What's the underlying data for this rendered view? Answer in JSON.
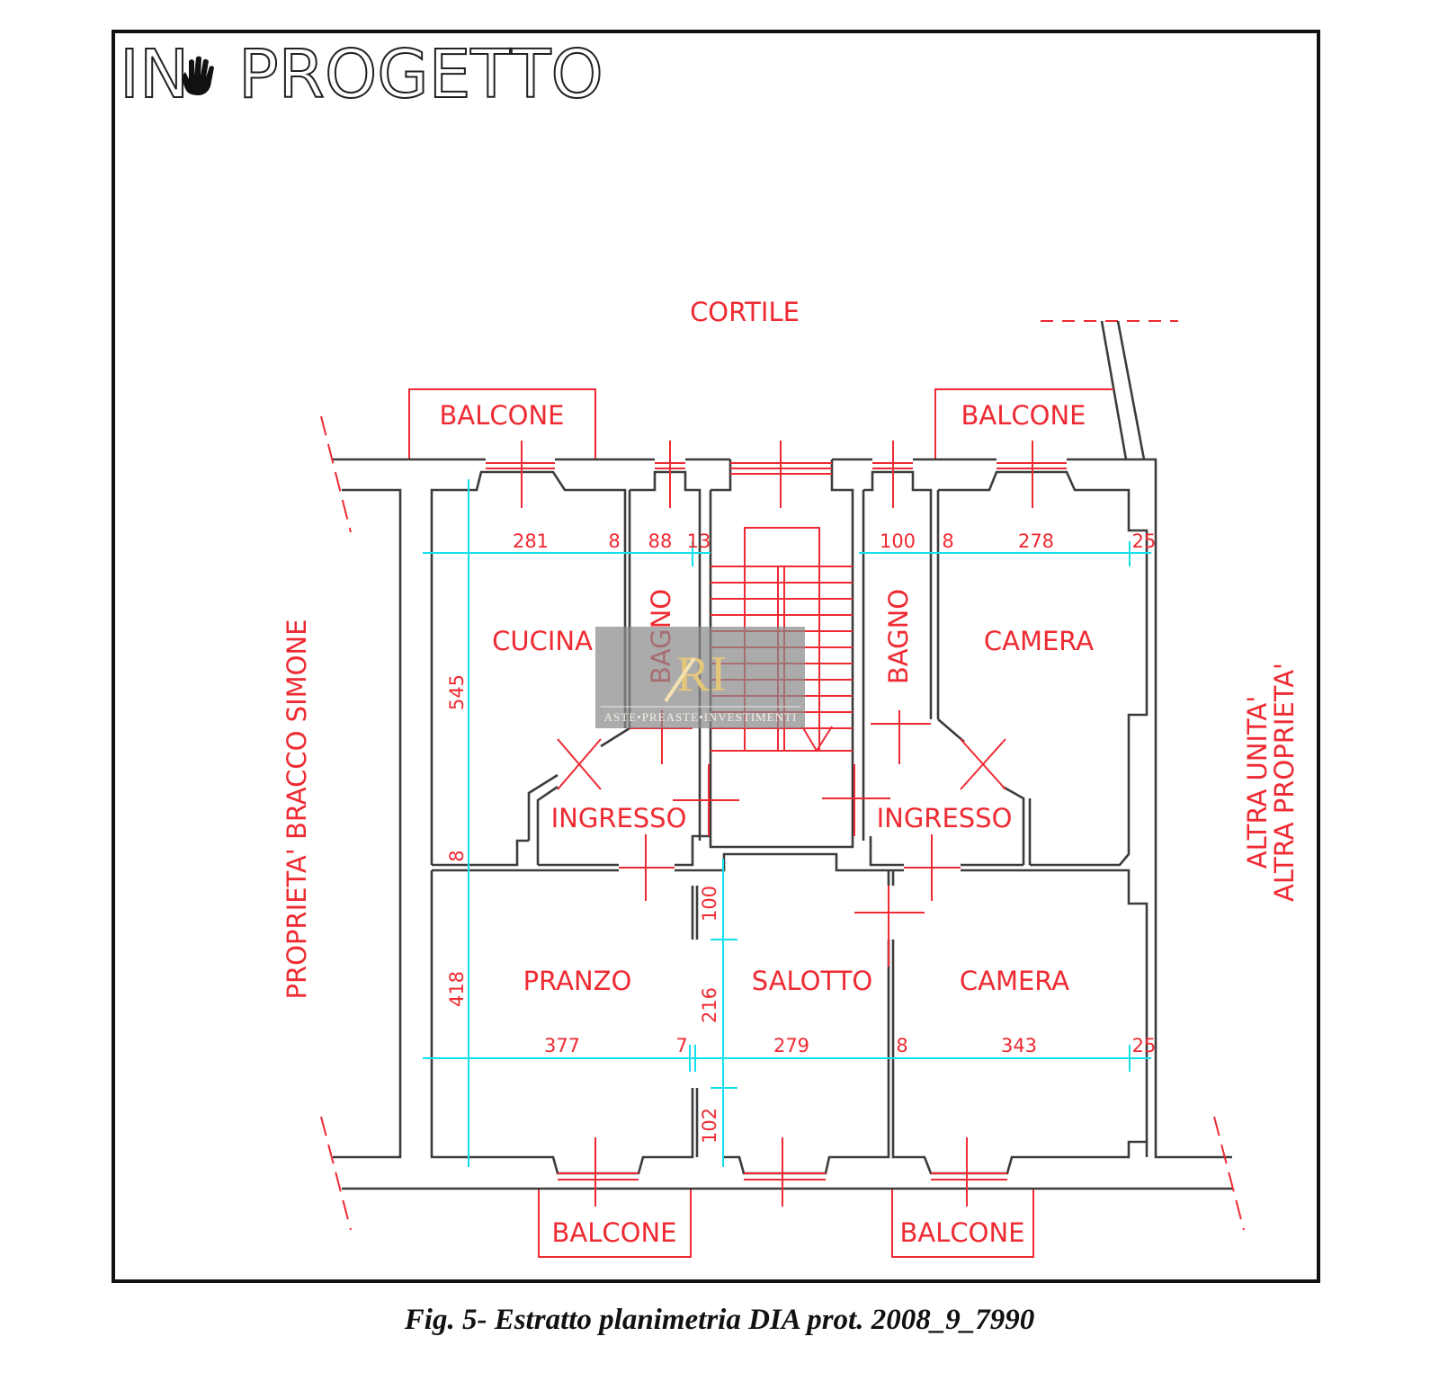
{
  "title": {
    "prefix": "IN",
    "main": "PROGETTO",
    "icon": "hand-icon"
  },
  "caption": "Fig. 5- Estratto planimetria DIA prot. 2008_9_7990",
  "colors": {
    "label": "#ee2a32",
    "dimension_line": "#12e0ec",
    "wall": "#3c3c3c"
  },
  "labels": {
    "courtyard": "CORTILE",
    "left_neighbor": "PROPRIETA'  BRACCO  SIMONE",
    "right_neighbor_1": "ALTRA UNITA'",
    "right_neighbor_2": "ALTRA PROPRIETA'"
  },
  "balconies": [
    "BALCONE",
    "BALCONE",
    "BALCONE",
    "BALCONE"
  ],
  "rooms": {
    "cucina": "CUCINA",
    "bagno_left": "BAGNO",
    "bagno_right": "BAGNO",
    "camera_top": "CAMERA",
    "ingresso_left": "INGRESSO",
    "ingresso_right": "INGRESSO",
    "pranzo": "PRANZO",
    "salotto": "SALOTTO",
    "camera_bottom": "CAMERA"
  },
  "dimensions": {
    "top_row": [
      "281",
      "8",
      "88",
      "13",
      "100",
      "8",
      "278",
      "25"
    ],
    "bottom_row": [
      "377",
      "7",
      "279",
      "8",
      "343",
      "25"
    ],
    "left_column": [
      "545",
      "8",
      "418"
    ],
    "middle_column": [
      "100",
      "216",
      "102"
    ]
  },
  "watermark": {
    "logo": "RI",
    "text": "ASTE•PREASTE•INVESTIMENTI"
  }
}
